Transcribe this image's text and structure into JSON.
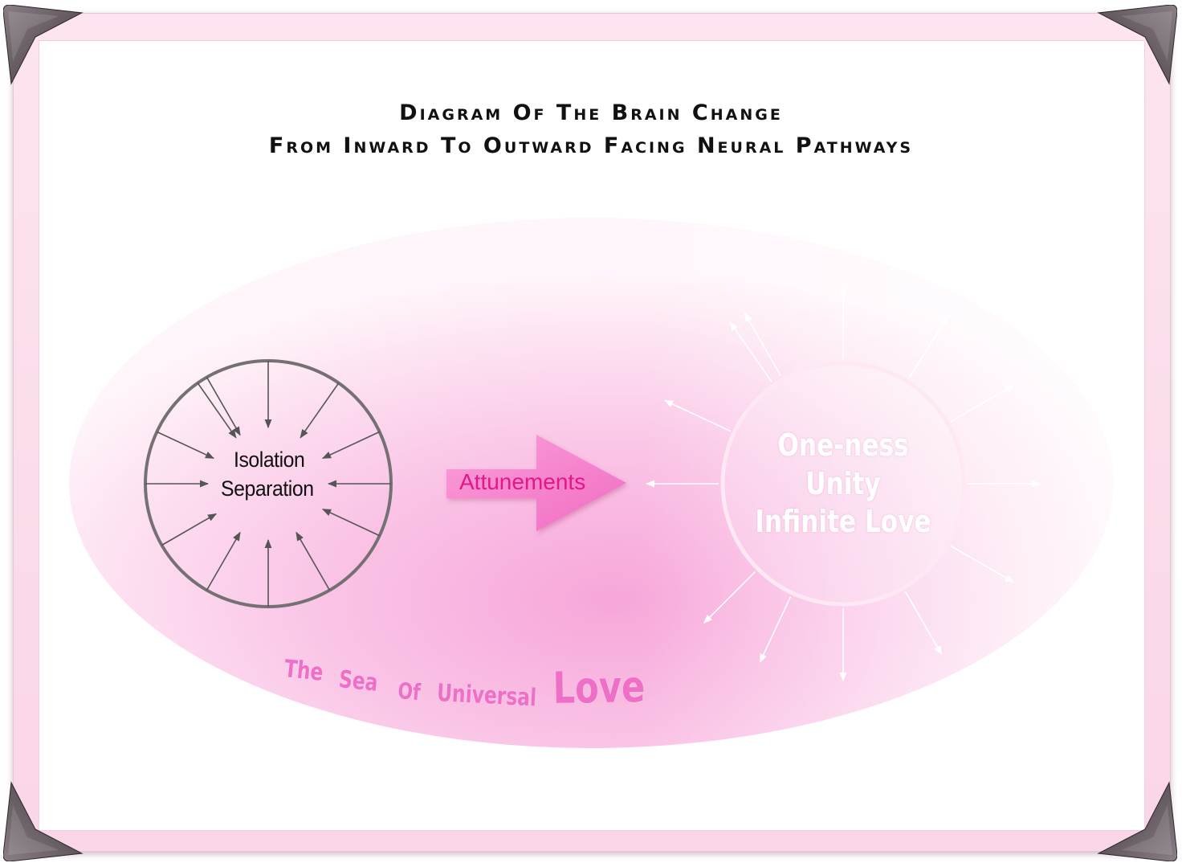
{
  "title": {
    "line1": "Diagram Of The Brain Change",
    "line2": "From Inward To Outward Facing Neural Pathways"
  },
  "left_circle": {
    "line1": "Isolation",
    "line2": "Separation"
  },
  "transition_arrow": {
    "label": "Attunements"
  },
  "right_circle": {
    "line1": "One-ness",
    "line2": "Unity",
    "line3": "Infinite Love"
  },
  "sea_caption": {
    "word1": "The",
    "word2": "Sea",
    "word3": "Of",
    "word4": "Universal",
    "word5": "Love"
  },
  "colors": {
    "frame": "#fde4f0",
    "sea_center": "#f7a6da",
    "arrow": "#f77fcb",
    "attunements_text": "#e4168a",
    "sea_text": "#ee6fc6",
    "circle_stroke": "#747074"
  },
  "icons": {
    "corners": "metal-corner-bracket-icon"
  }
}
